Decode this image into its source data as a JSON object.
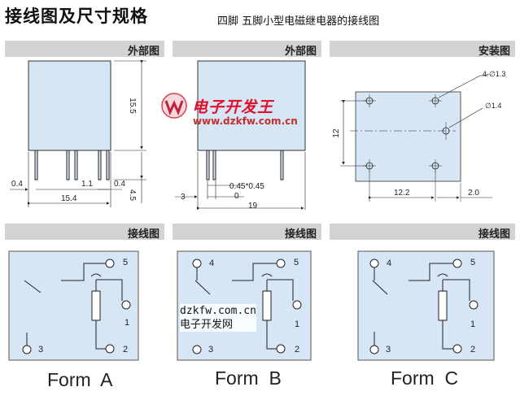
{
  "header": {
    "title": "接线图及尺寸规格",
    "subtitle": "四脚 五脚小型电磁继电器的接线图"
  },
  "panels": {
    "outline_front": {
      "label": "外部图",
      "dims": {
        "height": "15.5",
        "left_pin": "0.4",
        "pitch": "1.1",
        "right_pin": "0.4",
        "width": "15.4",
        "pin_len": "4.5"
      }
    },
    "outline_side": {
      "label": "外部图",
      "dims": {
        "offset": "3",
        "pin_w": "0.45*0.45",
        "zero": "0",
        "width": "19"
      }
    },
    "mounting": {
      "label": "安装图",
      "dims": {
        "holes4": "4-∅1.3",
        "hole1": "∅1.4",
        "height": "12",
        "pitch": "12.2",
        "edge": "2.0"
      }
    },
    "wiring_a": {
      "label": "接线图",
      "form": "Form  A",
      "pins": {
        "p5": "5",
        "p1": "1",
        "p3": "3",
        "p2": "2"
      }
    },
    "wiring_b": {
      "label": "接线图",
      "form": "Form  B",
      "pins": {
        "p4": "4",
        "p5": "5",
        "p1": "1",
        "p3": "3",
        "p2": "2"
      }
    },
    "wiring_c": {
      "label": "接线图",
      "form": "Form  C",
      "pins": {
        "p4": "4",
        "p5": "5",
        "p1": "1",
        "p3": "3",
        "p2": "2"
      }
    }
  },
  "watermarks": {
    "logo_text": "电子开发王",
    "logo_url": "www.dzkfw.com.cn",
    "site_url": "dzkfw.com.cn",
    "site_name": "电子开发网"
  },
  "colors": {
    "panel_bg": "#d7e6f4",
    "header_bg": "#d3d3d3",
    "line": "#222222",
    "watermark_red": "#e0102a"
  }
}
